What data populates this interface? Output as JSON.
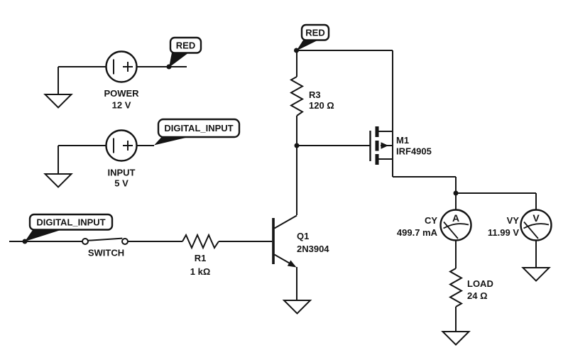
{
  "schematic": {
    "sources": {
      "power": {
        "label": "POWER",
        "value": "12 V"
      },
      "input": {
        "label": "INPUT",
        "value": "5 V"
      }
    },
    "net_tags": {
      "power_red": "RED",
      "rail_red": "RED",
      "input_digital": "DIGITAL_INPUT",
      "switch_digital": "DIGITAL_INPUT"
    },
    "switch": {
      "label": "SWITCH"
    },
    "resistors": {
      "r1": {
        "ref": "R1",
        "value": "1 kΩ"
      },
      "r3": {
        "ref": "R3",
        "value": "120 Ω"
      },
      "load": {
        "ref": "LOAD",
        "value": "24 Ω"
      }
    },
    "transistor": {
      "ref": "Q1",
      "part": "2N3904"
    },
    "mosfet": {
      "ref": "M1",
      "part": "IRF4905"
    },
    "meters": {
      "ammeter": {
        "ref": "CY",
        "reading": "499.7 mA",
        "glyph": "A"
      },
      "voltmeter": {
        "ref": "VY",
        "reading": "11.99 V",
        "glyph": "V"
      }
    },
    "colors": {
      "ink": "#151515",
      "background": "#ffffff"
    }
  }
}
